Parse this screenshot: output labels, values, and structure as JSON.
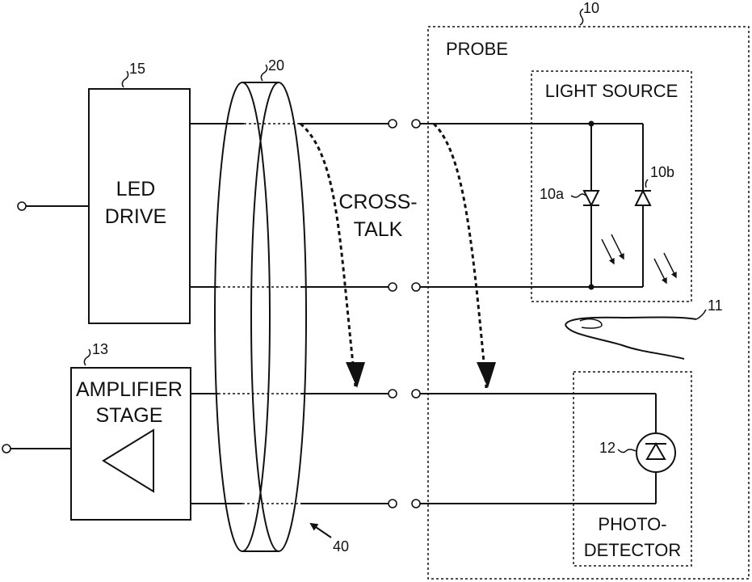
{
  "blocks": {
    "led_drive": {
      "line1": "LED",
      "line2": "DRIVE",
      "ref": "15"
    },
    "amplifier": {
      "line1": "AMPLIFIER",
      "line2": "STAGE",
      "ref": "13"
    },
    "cable": {
      "ref": "20",
      "ref_arrow": "40"
    },
    "probe": {
      "label": "PROBE",
      "ref": "10"
    },
    "light_source": {
      "label": "LIGHT SOURCE",
      "led_a": "10a",
      "led_b": "10b"
    },
    "finger": {
      "ref": "11"
    },
    "photodetector": {
      "line1": "PHOTO-",
      "line2": "DETECTOR",
      "ref": "12"
    }
  },
  "crosstalk": {
    "line1": "CROSS-",
    "line2": "TALK"
  }
}
